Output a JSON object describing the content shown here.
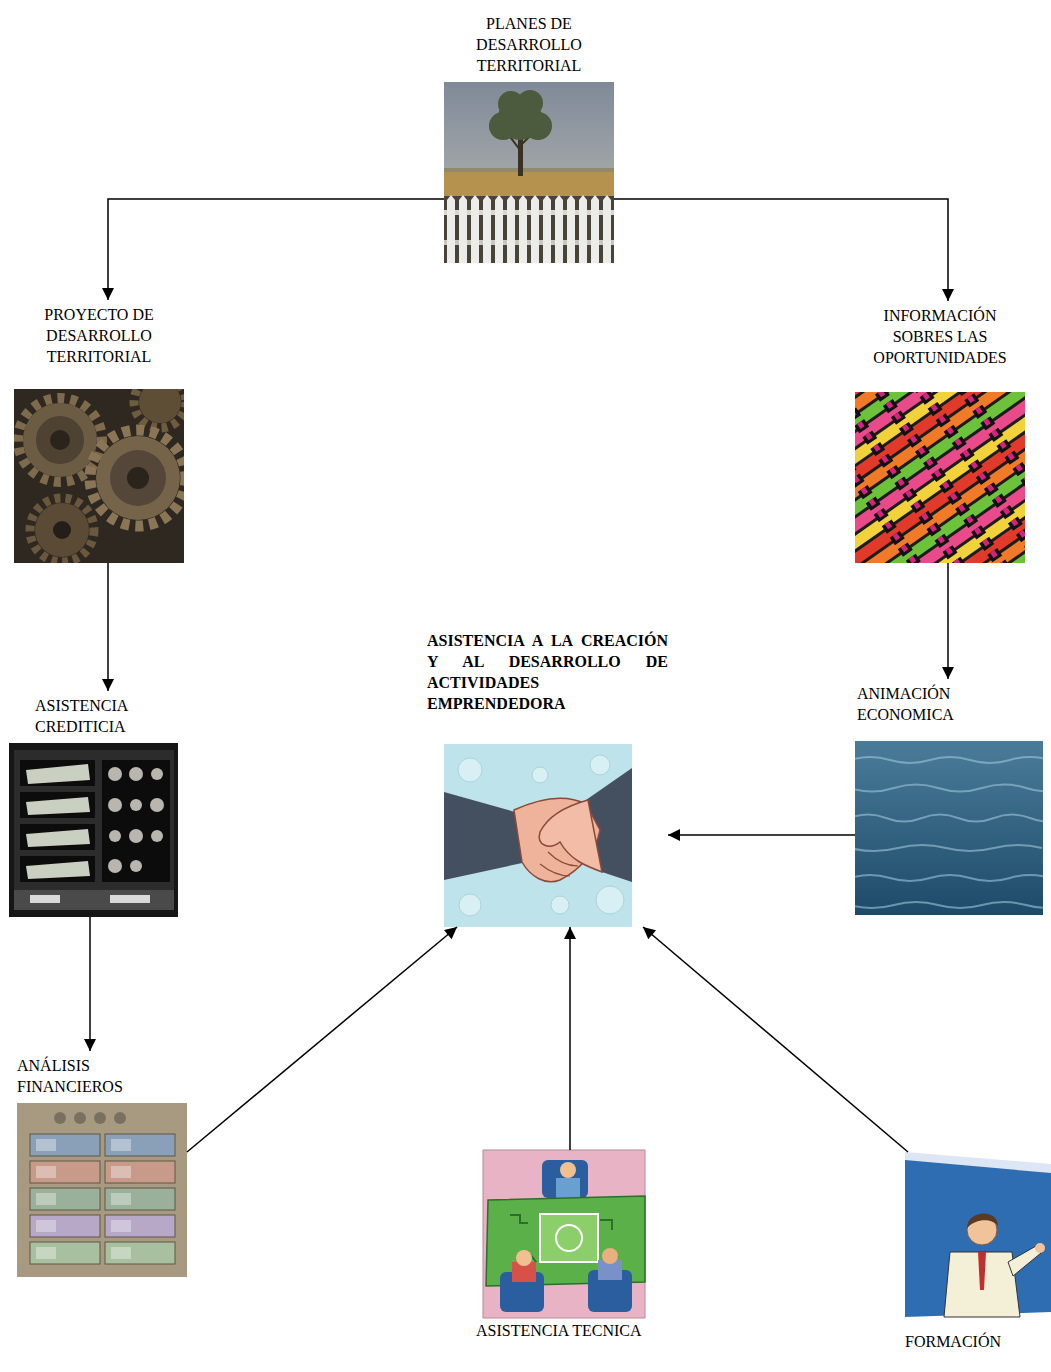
{
  "diagram": {
    "nodes": [
      {
        "text": [
          "PLANES DE DESARROLLO TERRITORIAL"
        ]
      },
      {
        "text": [
          "PROYECTO DE DESARROLLO TERRITORIAL"
        ]
      },
      {
        "text": [
          "INFORMACIÓN SOBRES LAS OPORTUNIDADES"
        ]
      },
      {
        "text": [
          "ASISTENCIA CREDITICIA"
        ]
      },
      {
        "text": [
          "ASISTENCIA A LA CREACIÓN Y AL DESARROLLO DE ACTIVIDADES EMPRENDEDORA"
        ]
      },
      {
        "text": [
          "ANIMACIÓN ECONOMICA"
        ]
      },
      {
        "text": [
          "ANÁLISIS FINANCIEROS"
        ]
      },
      {
        "text": [
          "ASISTENCIA TECNICA"
        ]
      },
      {
        "text": [
          "FORMACIÓN"
        ]
      }
    ],
    "edges": [
      {
        "from": 0,
        "to": 1,
        "arrow": "to"
      },
      {
        "from": 0,
        "to": 2,
        "arrow": "to"
      },
      {
        "from": 1,
        "to": 3,
        "arrow": "to"
      },
      {
        "from": 2,
        "to": 5,
        "arrow": "to"
      },
      {
        "from": 5,
        "to": 4,
        "arrow": "to"
      },
      {
        "from": 3,
        "to": 6,
        "arrow": "to"
      },
      {
        "from": 6,
        "to": 4,
        "arrow": "to"
      },
      {
        "from": 7,
        "to": 4,
        "arrow": "to"
      },
      {
        "from": 8,
        "to": 4,
        "arrow": "to"
      }
    ]
  }
}
